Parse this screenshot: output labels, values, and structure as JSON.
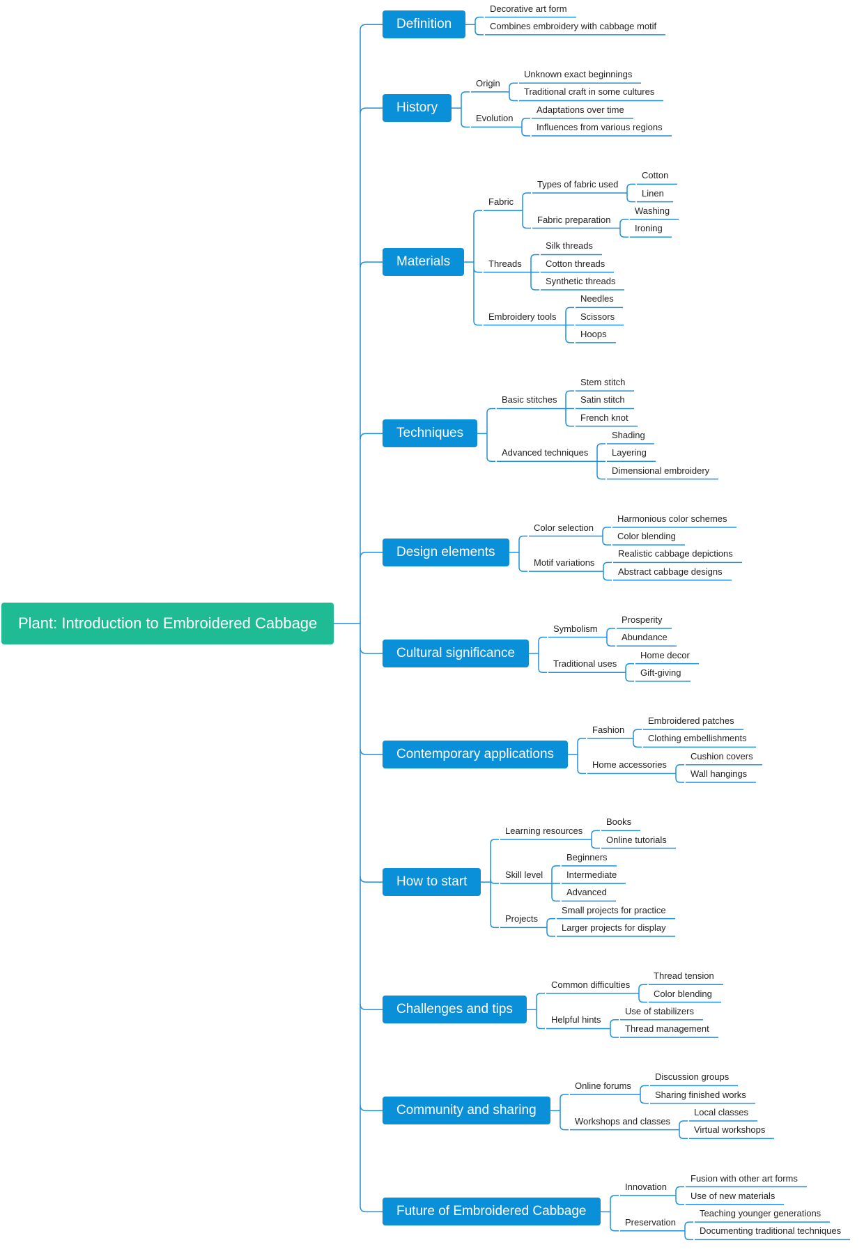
{
  "mindmap": {
    "root": "Plant: Introduction to Embroidered Cabbage",
    "line_color": "#1e8fdd",
    "root_color": "#1fbb95",
    "branch_color": "#0a8fd9",
    "branches": [
      {
        "label": "Definition",
        "children": [
          {
            "label": "Decorative art form"
          },
          {
            "label": "Combines embroidery with cabbage motif"
          }
        ]
      },
      {
        "label": "History",
        "children": [
          {
            "label": "Origin",
            "children": [
              {
                "label": "Unknown exact beginnings"
              },
              {
                "label": "Traditional craft in some cultures"
              }
            ]
          },
          {
            "label": "Evolution",
            "children": [
              {
                "label": "Adaptations over time"
              },
              {
                "label": "Influences from various regions"
              }
            ]
          }
        ]
      },
      {
        "label": "Materials",
        "children": [
          {
            "label": "Fabric",
            "children": [
              {
                "label": "Types of fabric used",
                "children": [
                  {
                    "label": "Cotton"
                  },
                  {
                    "label": "Linen"
                  }
                ]
              },
              {
                "label": "Fabric preparation",
                "children": [
                  {
                    "label": "Washing"
                  },
                  {
                    "label": "Ironing"
                  }
                ]
              }
            ]
          },
          {
            "label": "Threads",
            "children": [
              {
                "label": "Silk threads"
              },
              {
                "label": "Cotton threads"
              },
              {
                "label": "Synthetic threads"
              }
            ]
          },
          {
            "label": "Embroidery tools",
            "children": [
              {
                "label": "Needles"
              },
              {
                "label": "Scissors"
              },
              {
                "label": "Hoops"
              }
            ]
          }
        ]
      },
      {
        "label": "Techniques",
        "children": [
          {
            "label": "Basic stitches",
            "children": [
              {
                "label": "Stem stitch"
              },
              {
                "label": "Satin stitch"
              },
              {
                "label": "French knot"
              }
            ]
          },
          {
            "label": "Advanced techniques",
            "children": [
              {
                "label": "Shading"
              },
              {
                "label": "Layering"
              },
              {
                "label": "Dimensional embroidery"
              }
            ]
          }
        ]
      },
      {
        "label": "Design elements",
        "children": [
          {
            "label": "Color selection",
            "children": [
              {
                "label": "Harmonious color schemes"
              },
              {
                "label": "Color blending"
              }
            ]
          },
          {
            "label": "Motif variations",
            "children": [
              {
                "label": "Realistic cabbage depictions"
              },
              {
                "label": "Abstract cabbage designs"
              }
            ]
          }
        ]
      },
      {
        "label": "Cultural significance",
        "children": [
          {
            "label": "Symbolism",
            "children": [
              {
                "label": "Prosperity"
              },
              {
                "label": "Abundance"
              }
            ]
          },
          {
            "label": "Traditional uses",
            "children": [
              {
                "label": "Home decor"
              },
              {
                "label": "Gift-giving"
              }
            ]
          }
        ]
      },
      {
        "label": "Contemporary applications",
        "children": [
          {
            "label": "Fashion",
            "children": [
              {
                "label": "Embroidered patches"
              },
              {
                "label": "Clothing embellishments"
              }
            ]
          },
          {
            "label": "Home accessories",
            "children": [
              {
                "label": "Cushion covers"
              },
              {
                "label": "Wall hangings"
              }
            ]
          }
        ]
      },
      {
        "label": "How to start",
        "children": [
          {
            "label": "Learning resources",
            "children": [
              {
                "label": "Books"
              },
              {
                "label": "Online tutorials"
              }
            ]
          },
          {
            "label": "Skill level",
            "children": [
              {
                "label": "Beginners"
              },
              {
                "label": "Intermediate"
              },
              {
                "label": "Advanced"
              }
            ]
          },
          {
            "label": "Projects",
            "children": [
              {
                "label": "Small projects for practice"
              },
              {
                "label": "Larger projects for display"
              }
            ]
          }
        ]
      },
      {
        "label": "Challenges and tips",
        "children": [
          {
            "label": "Common difficulties",
            "children": [
              {
                "label": "Thread tension"
              },
              {
                "label": "Color blending"
              }
            ]
          },
          {
            "label": "Helpful hints",
            "children": [
              {
                "label": "Use of stabilizers"
              },
              {
                "label": "Thread management"
              }
            ]
          }
        ]
      },
      {
        "label": "Community and sharing",
        "children": [
          {
            "label": "Online forums",
            "children": [
              {
                "label": "Discussion groups"
              },
              {
                "label": "Sharing finished works"
              }
            ]
          },
          {
            "label": "Workshops and classes",
            "children": [
              {
                "label": "Local classes"
              },
              {
                "label": "Virtual workshops"
              }
            ]
          }
        ]
      },
      {
        "label": "Future of Embroidered Cabbage",
        "children": [
          {
            "label": "Innovation",
            "children": [
              {
                "label": "Fusion with other art forms"
              },
              {
                "label": "Use of new materials"
              }
            ]
          },
          {
            "label": "Preservation",
            "children": [
              {
                "label": "Teaching younger generations"
              },
              {
                "label": "Documenting traditional techniques"
              }
            ]
          }
        ]
      }
    ]
  }
}
